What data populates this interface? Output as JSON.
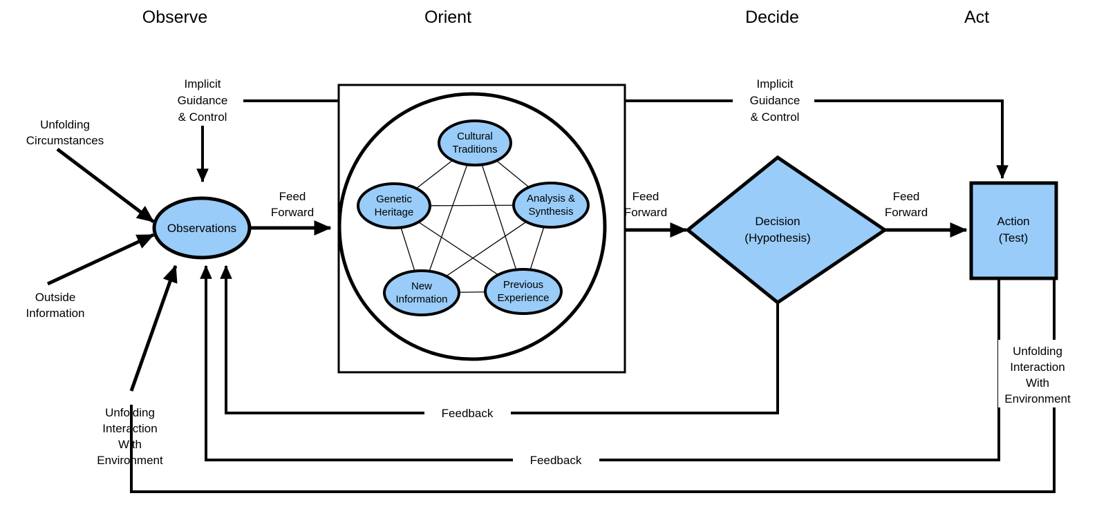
{
  "diagram": {
    "title": "OODA Loop",
    "colors": {
      "node_fill": "#99CCF8",
      "stroke": "#000000",
      "background": "#ffffff"
    },
    "phases": [
      {
        "id": "observe",
        "label": "Observe"
      },
      {
        "id": "orient",
        "label": "Orient"
      },
      {
        "id": "decide",
        "label": "Decide"
      },
      {
        "id": "act",
        "label": "Act"
      }
    ],
    "nodes": {
      "observations": {
        "label": "Observations",
        "shape": "ellipse"
      },
      "decision": {
        "line1": "Decision",
        "line2": "(Hypothesis)",
        "shape": "diamond"
      },
      "action": {
        "line1": "Action",
        "line2": "(Test)",
        "shape": "rectangle"
      }
    },
    "orient_nodes": [
      {
        "id": "cultural-traditions",
        "line1": "Cultural",
        "line2": "Traditions"
      },
      {
        "id": "genetic-heritage",
        "line1": "Genetic",
        "line2": "Heritage"
      },
      {
        "id": "analysis-synthesis",
        "line1": "Analysis &",
        "line2": "Synthesis"
      },
      {
        "id": "new-information",
        "line1": "New",
        "line2": "Information"
      },
      {
        "id": "previous-experience",
        "line1": "Previous",
        "line2": "Experience"
      }
    ],
    "labels": {
      "unfolding_circumstances_1": "Unfolding",
      "unfolding_circumstances_2": "Circumstances",
      "outside_information_1": "Outside",
      "outside_information_2": "Information",
      "unfolding_interaction_left_1": "Unfolding",
      "unfolding_interaction_left_2": "Interaction",
      "unfolding_interaction_left_3": "With",
      "unfolding_interaction_left_4": "Environment",
      "unfolding_interaction_right_1": "Unfolding",
      "unfolding_interaction_right_2": "Interaction",
      "unfolding_interaction_right_3": "With",
      "unfolding_interaction_right_4": "Environment",
      "implicit_guidance_left_1": "Implicit",
      "implicit_guidance_left_2": "Guidance",
      "implicit_guidance_left_3": "& Control",
      "implicit_guidance_right_1": "Implicit",
      "implicit_guidance_right_2": "Guidance",
      "implicit_guidance_right_3": "& Control",
      "feed_forward_1_line1": "Feed",
      "feed_forward_1_line2": "Forward",
      "feed_forward_2_line1": "Feed",
      "feed_forward_2_line2": "Forward",
      "feed_forward_3_line1": "Feed",
      "feed_forward_3_line2": "Forward",
      "feedback_upper": "Feedback",
      "feedback_lower": "Feedback"
    }
  }
}
